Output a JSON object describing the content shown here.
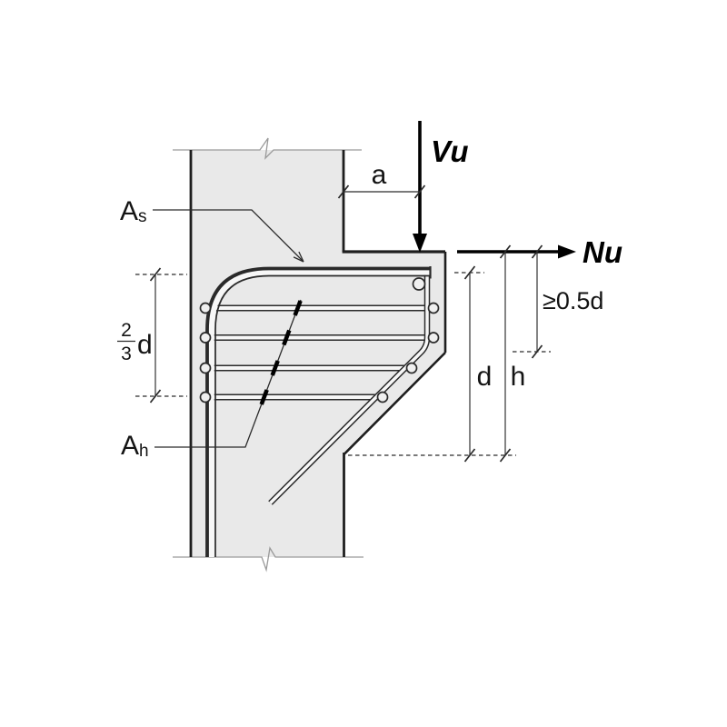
{
  "figure": {
    "name": "corbel-reinforcement-detail",
    "labels": {
      "vertical_load": "Vu",
      "horizontal_load": "Nu",
      "shear_span": "a",
      "main_reinforcement": "A",
      "main_reinforcement_sub": "s",
      "hoop_reinforcement": "A",
      "hoop_reinforcement_sub": "h",
      "hoop_zone_numerator": "2",
      "hoop_zone_denominator": "3",
      "hoop_zone_unit": "d",
      "outer_face_depth": "≥0.5d",
      "effective_depth": "d",
      "total_depth": "h"
    },
    "colors": {
      "background": "#ffffff",
      "concrete_fill": "#e9e9e9",
      "outline": "#1e1e1e",
      "break_line": "#9a9a9a",
      "rebar": "#2a2a2a",
      "rebar_gap": "#f7f7f7",
      "dimension": "#2a2a2a",
      "load_arrows": "#000000",
      "text": "#141414"
    },
    "counts": {
      "horizontal_hoops": 4
    }
  }
}
